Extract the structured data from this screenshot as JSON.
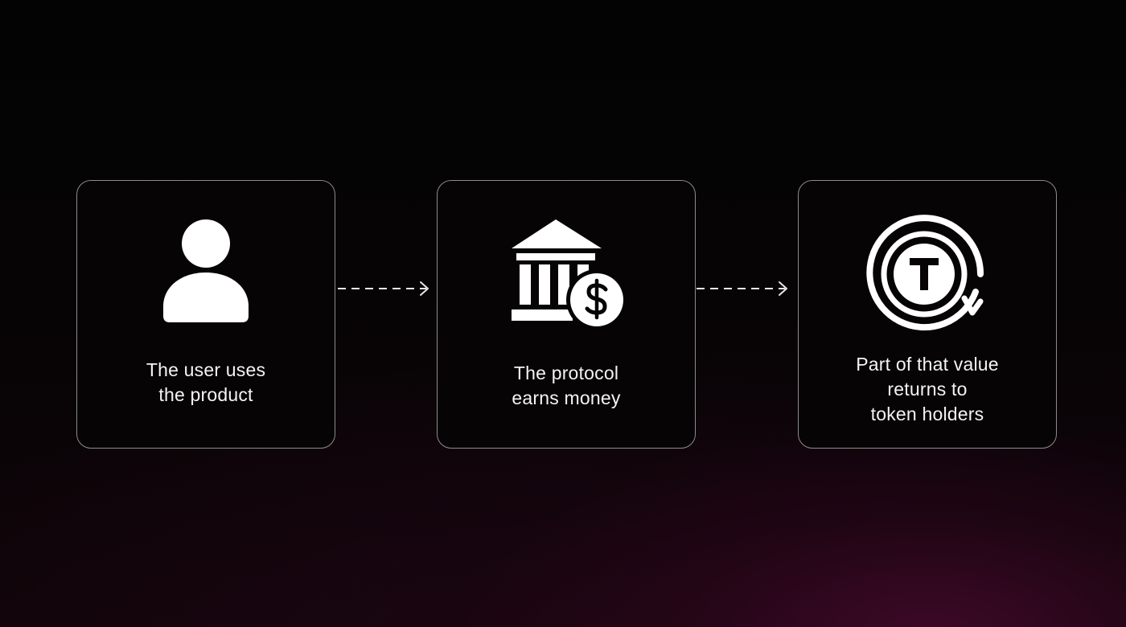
{
  "flow": {
    "steps": [
      {
        "icon": "person-icon",
        "label": "The user uses\nthe product"
      },
      {
        "icon": "bank-dollar-icon",
        "label": "The protocol\nearns money"
      },
      {
        "icon": "token-return-icon",
        "label": "Part of that value\nreturns to\ntoken holders"
      }
    ],
    "connectors": [
      "dashed-arrow-right",
      "dashed-arrow-right"
    ]
  },
  "colors": {
    "background": "#050304",
    "background_glow": "#48102e",
    "card_border": "#8d8b8f",
    "text": "#f4f4f4",
    "icon": "#ffffff"
  }
}
